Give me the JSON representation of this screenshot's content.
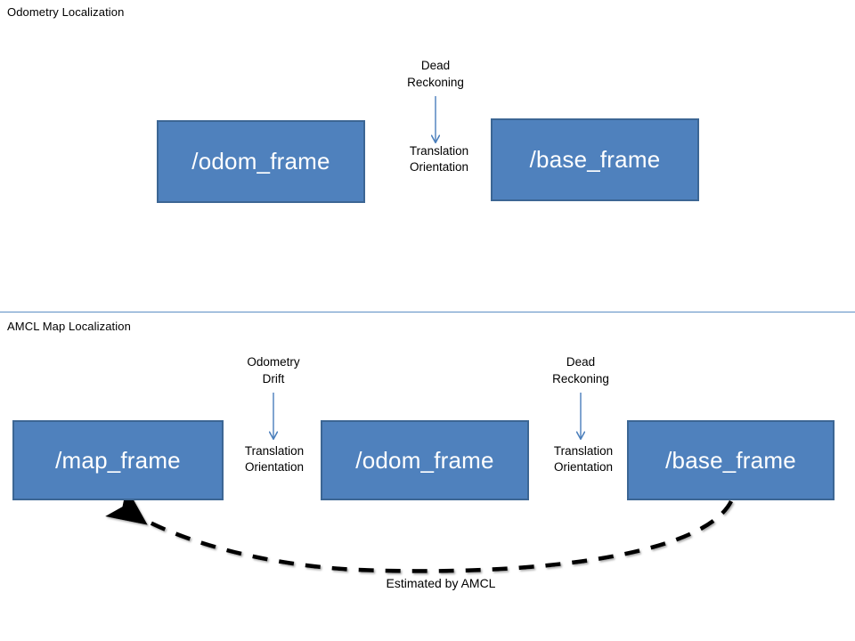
{
  "page": {
    "background": "#ffffff",
    "box_fill": "#4f81bd",
    "box_border": "#3c6694",
    "annotation_arrow_color": "#4a7ebb",
    "flow_arrow_color": "#000000"
  },
  "sections": [
    {
      "id": "odometry-localization",
      "title": "Odometry Localization",
      "boxes": [
        {
          "id": "odom-frame-top",
          "label": "/odom_frame"
        },
        {
          "id": "base-frame-top",
          "label": "/base_frame"
        }
      ],
      "annotations": [
        {
          "id": "dead-reckoning-top",
          "line1": "Dead",
          "line2": "Reckoning"
        }
      ],
      "edges": [
        {
          "id": "base-to-odom-top",
          "from": "/base_frame",
          "to": "/odom_frame",
          "label_top": "Translation",
          "label_bottom": "Orientation"
        }
      ]
    },
    {
      "id": "amcl-map-localization",
      "title": "AMCL Map Localization",
      "boxes": [
        {
          "id": "map-frame",
          "label": "/map_frame"
        },
        {
          "id": "odom-frame-bottom",
          "label": "/odom_frame"
        },
        {
          "id": "base-frame-bottom",
          "label": "/base_frame"
        }
      ],
      "annotations": [
        {
          "id": "odometry-drift",
          "line1": "Odometry",
          "line2": "Drift"
        },
        {
          "id": "dead-reckoning-bottom",
          "line1": "Dead",
          "line2": "Reckoning"
        }
      ],
      "edges": [
        {
          "id": "odom-to-map",
          "from": "/odom_frame",
          "to": "/map_frame",
          "label_top": "Translation",
          "label_bottom": "Orientation"
        },
        {
          "id": "base-to-odom-bottom",
          "from": "/base_frame",
          "to": "/odom_frame",
          "label_top": "Translation",
          "label_bottom": "Orientation"
        }
      ],
      "dashed_edge": {
        "id": "amcl-estimate",
        "from": "/base_frame",
        "to": "/map_frame",
        "label": "Estimated by AMCL"
      }
    }
  ]
}
